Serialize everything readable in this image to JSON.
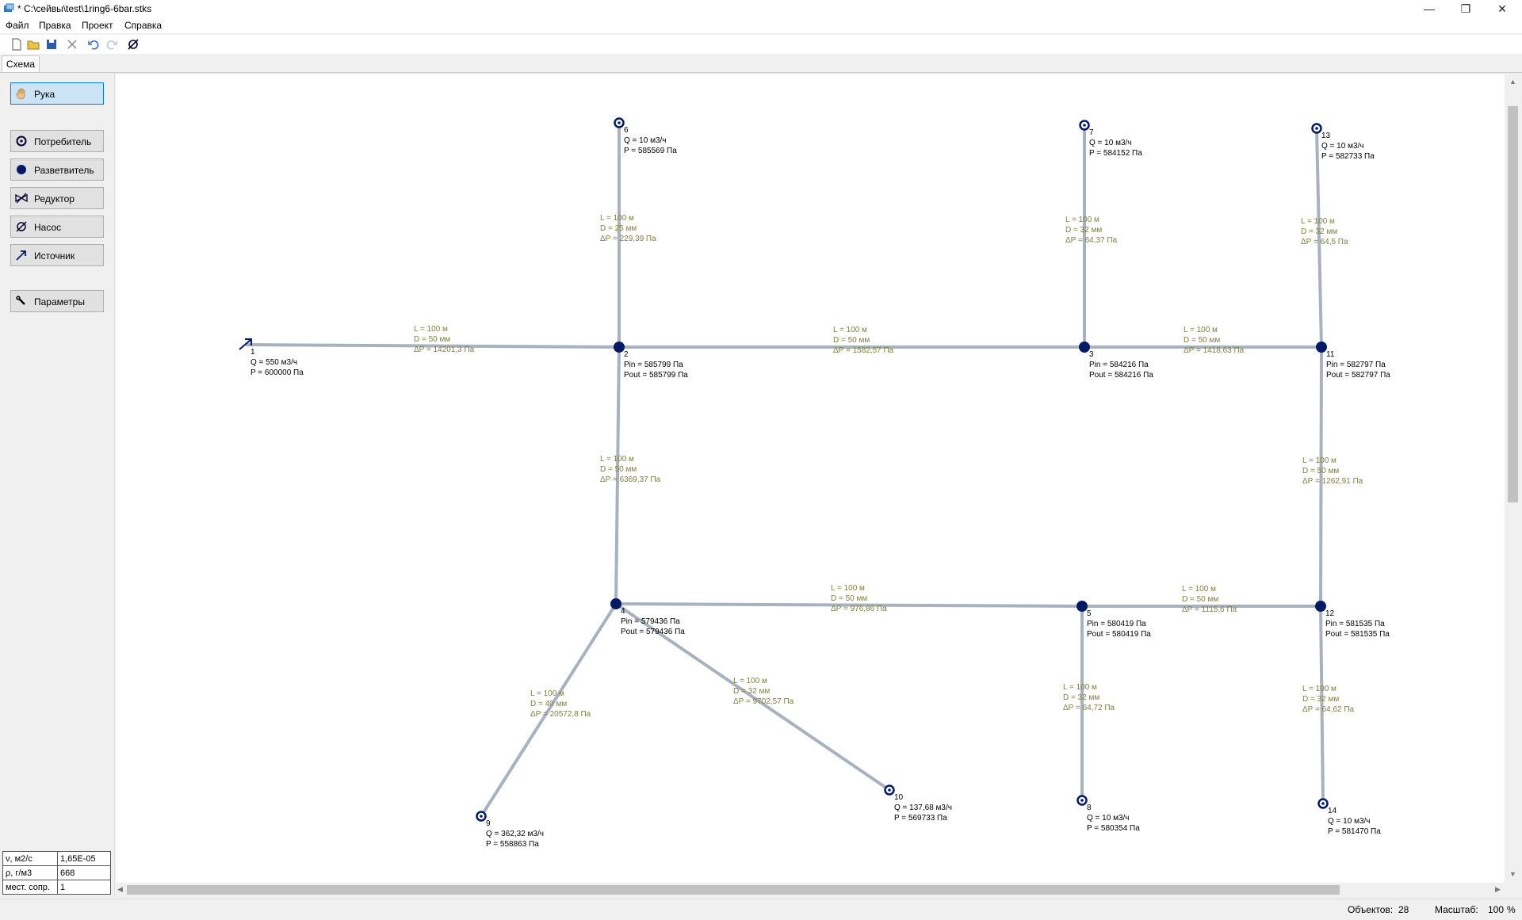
{
  "window": {
    "title": "* C:\\сейвы\\test\\1ring6-6bar.stks"
  },
  "menu": [
    "Файл",
    "Правка",
    "Проект",
    "Справка"
  ],
  "tabs": [
    "Схема"
  ],
  "tools": {
    "hand": "Рука",
    "consumer": "Потребитель",
    "splitter": "Разветвитель",
    "reducer": "Редуктор",
    "pump": "Насос",
    "source": "Источник",
    "params": "Параметры"
  },
  "params": [
    {
      "label": "ν, м2/с",
      "value": "1,65E-05"
    },
    {
      "label": "ρ, г/м3",
      "value": "668"
    },
    {
      "label": "мест. сопр.",
      "value": "1"
    }
  ],
  "status": {
    "objects_label": "Объектов:",
    "objects_value": "28",
    "scale_label": "Масштаб:",
    "scale_value": "100",
    "scale_unit": "%"
  },
  "nodes": [
    {
      "id": "1",
      "kind": "source",
      "lines": [
        "Q = 550 м3/ч",
        "P = 600000 Па"
      ]
    },
    {
      "id": "2",
      "kind": "splitter",
      "lines": [
        "Pin = 585799 Па",
        "Pout = 585799 Па"
      ]
    },
    {
      "id": "3",
      "kind": "splitter",
      "lines": [
        "Pin = 584216 Па",
        "Pout = 584216 Па"
      ]
    },
    {
      "id": "4",
      "kind": "splitter",
      "lines": [
        "Pin = 579436 Па",
        "Pout = 579436 Па"
      ]
    },
    {
      "id": "5",
      "kind": "splitter",
      "lines": [
        "Pin = 580419 Па",
        "Pout = 580419 Па"
      ]
    },
    {
      "id": "6",
      "kind": "consumer",
      "lines": [
        "Q = 10 м3/ч",
        "P = 585569 Па"
      ]
    },
    {
      "id": "7",
      "kind": "consumer",
      "lines": [
        "Q = 10 м3/ч",
        "P = 584152 Па"
      ]
    },
    {
      "id": "8",
      "kind": "consumer",
      "lines": [
        "Q = 10 м3/ч",
        "P = 580354 Па"
      ]
    },
    {
      "id": "9",
      "kind": "consumer",
      "lines": [
        "Q = 362,32 м3/ч",
        "P = 558863 Па"
      ]
    },
    {
      "id": "10",
      "kind": "consumer",
      "lines": [
        "Q = 137,68 м3/ч",
        "P = 569733 Па"
      ]
    },
    {
      "id": "11",
      "kind": "splitter",
      "lines": [
        "Pin = 582797 Па",
        "Pout = 582797 Па"
      ]
    },
    {
      "id": "12",
      "kind": "splitter",
      "lines": [
        "Pin = 581535 Па",
        "Pout = 581535 Па"
      ]
    },
    {
      "id": "13",
      "kind": "consumer",
      "lines": [
        "Q = 10 м3/ч",
        "P = 582733 Па"
      ]
    },
    {
      "id": "14",
      "kind": "consumer",
      "lines": [
        "Q = 10 м3/ч",
        "P = 581470 Па"
      ]
    }
  ],
  "pipes": [
    {
      "from": "1",
      "to": "2",
      "lines": [
        "L = 100 м",
        "D = 50 мм",
        "ΔP = 14201,3 Па"
      ]
    },
    {
      "from": "2",
      "to": "6",
      "lines": [
        "L = 100 м",
        "D = 25 мм",
        "ΔP = 229,39 Па"
      ]
    },
    {
      "from": "2",
      "to": "3",
      "lines": [
        "L = 100 м",
        "D = 50 мм",
        "ΔP = 1582,57 Па"
      ]
    },
    {
      "from": "3",
      "to": "7",
      "lines": [
        "L = 100 м",
        "D = 32 мм",
        "ΔP = 64,37 Па"
      ]
    },
    {
      "from": "3",
      "to": "11",
      "lines": [
        "L = 100 м",
        "D = 50 мм",
        "ΔP = 1418,63 Па"
      ]
    },
    {
      "from": "11",
      "to": "13",
      "lines": [
        "L = 100 м",
        "D = 32 мм",
        "ΔP = 64,5 Па"
      ]
    },
    {
      "from": "2",
      "to": "4",
      "lines": [
        "L = 100 м",
        "D = 50 мм",
        "ΔP = 6369,37 Па"
      ]
    },
    {
      "from": "11",
      "to": "12",
      "lines": [
        "L = 100 м",
        "D = 50 мм",
        "ΔP = 1262,91 Па"
      ]
    },
    {
      "from": "4",
      "to": "5",
      "lines": [
        "L = 100 м",
        "D = 50 мм",
        "ΔP = 976,86 Па"
      ]
    },
    {
      "from": "5",
      "to": "12",
      "lines": [
        "L = 100 м",
        "D = 50 мм",
        "ΔP = 1115,6 Па"
      ]
    },
    {
      "from": "4",
      "to": "9",
      "lines": [
        "L = 100 м",
        "D = 40 мм",
        "ΔP = 20572,8 Па"
      ]
    },
    {
      "from": "4",
      "to": "10",
      "lines": [
        "L = 100 м",
        "D = 32 мм",
        "ΔP = 9702,57 Па"
      ]
    },
    {
      "from": "5",
      "to": "8",
      "lines": [
        "L = 100 м",
        "D = 32 мм",
        "ΔP = 64,72 Па"
      ]
    },
    {
      "from": "12",
      "to": "14",
      "lines": [
        "L = 100 м",
        "D = 32 мм",
        "ΔP = 64,62 Па"
      ]
    }
  ]
}
